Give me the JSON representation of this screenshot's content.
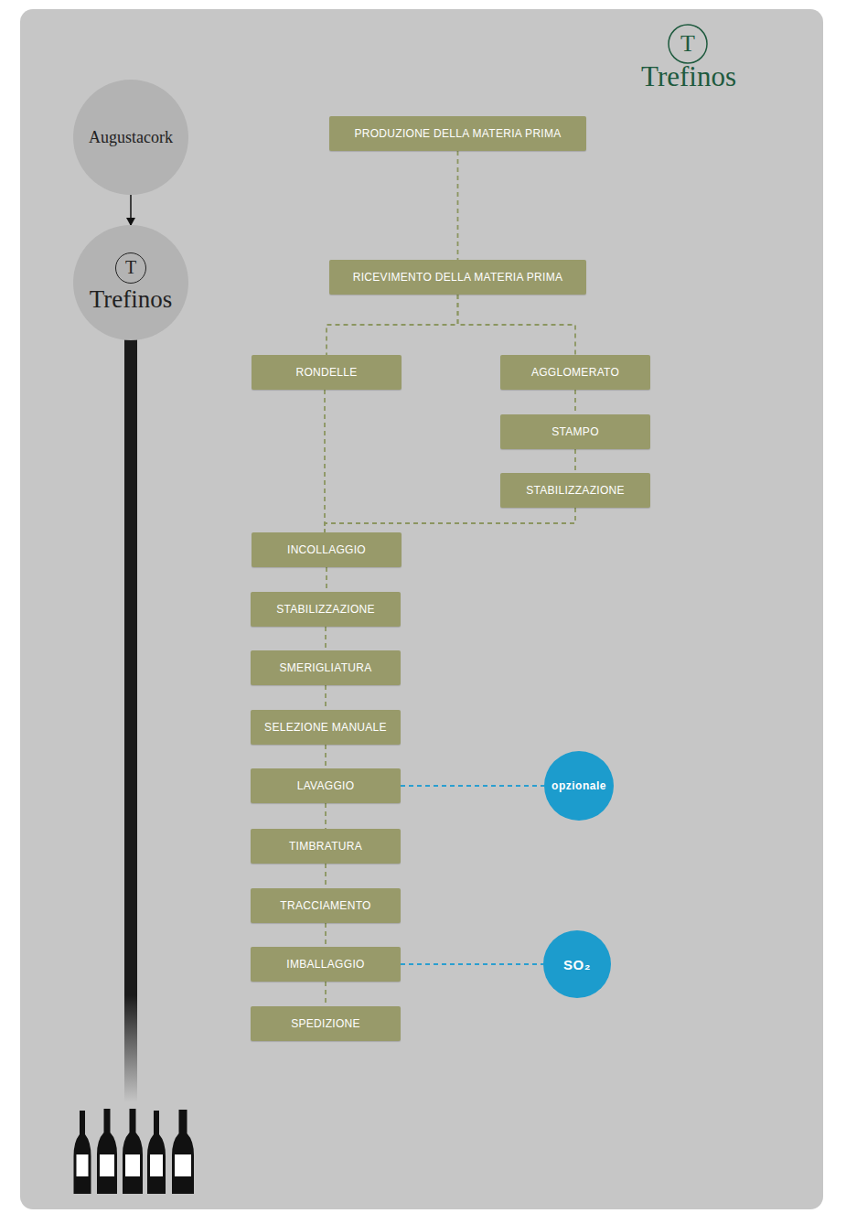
{
  "diagram": {
    "nodes": [
      {
        "text": [
          "Augustacork"
        ]
      },
      {
        "text": [
          "T",
          "Trefinos"
        ]
      },
      {
        "text": [
          "PRODUZIONE DELLA MATERIA PRIMA"
        ]
      },
      {
        "text": [
          "RICEVIMENTO DELLA MATERIA PRIMA"
        ]
      },
      {
        "text": [
          "RONDELLE"
        ]
      },
      {
        "text": [
          "AGGLOMERATO"
        ]
      },
      {
        "text": [
          "STAMPO"
        ]
      },
      {
        "text": [
          "STABILIZZAZIONE"
        ]
      },
      {
        "text": [
          "INCOLLAGGIO"
        ]
      },
      {
        "text": [
          "STABILIZZAZIONE"
        ]
      },
      {
        "text": [
          "SMERIGLIATURA"
        ]
      },
      {
        "text": [
          "SELEZIONE MANUALE"
        ]
      },
      {
        "text": [
          "LAVAGGIO"
        ]
      },
      {
        "text": [
          "TIMBRATURA"
        ]
      },
      {
        "text": [
          "TRACCIAMENTO"
        ]
      },
      {
        "text": [
          "IMBALLAGGIO"
        ]
      },
      {
        "text": [
          "SPEDIZIONE"
        ]
      },
      {
        "text": [
          "opzionale"
        ]
      },
      {
        "text": [
          "SO₂"
        ]
      }
    ],
    "edges": [
      {
        "from": 0,
        "to": 1,
        "arrow": "to"
      },
      {
        "from": 2,
        "to": 3,
        "arrow": "none"
      },
      {
        "from": 3,
        "to": 4,
        "arrow": "none"
      },
      {
        "from": 3,
        "to": 5,
        "arrow": "none"
      },
      {
        "from": 5,
        "to": 6,
        "arrow": "none"
      },
      {
        "from": 6,
        "to": 7,
        "arrow": "none"
      },
      {
        "from": 4,
        "to": 8,
        "arrow": "none"
      },
      {
        "from": 7,
        "to": 8,
        "arrow": "none"
      },
      {
        "from": 8,
        "to": 9,
        "arrow": "none"
      },
      {
        "from": 9,
        "to": 10,
        "arrow": "none"
      },
      {
        "from": 10,
        "to": 11,
        "arrow": "none"
      },
      {
        "from": 11,
        "to": 12,
        "arrow": "none"
      },
      {
        "from": 12,
        "to": 13,
        "arrow": "none"
      },
      {
        "from": 13,
        "to": 14,
        "arrow": "none"
      },
      {
        "from": 14,
        "to": 15,
        "arrow": "none"
      },
      {
        "from": 15,
        "to": 16,
        "arrow": "none"
      },
      {
        "from": 12,
        "to": 17,
        "arrow": "none"
      },
      {
        "from": 15,
        "to": 18,
        "arrow": "none"
      }
    ],
    "labels": [
      "T",
      "Trefinos"
    ]
  }
}
